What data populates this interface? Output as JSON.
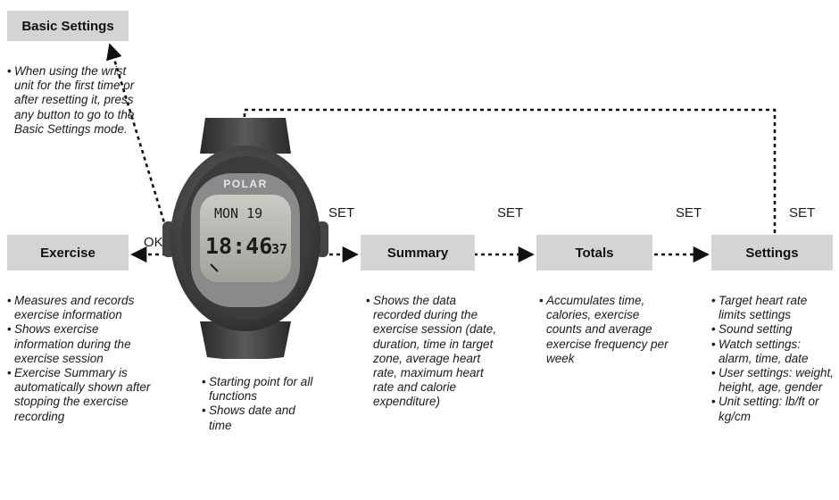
{
  "boxes": {
    "basic_settings": "Basic Settings",
    "exercise": "Exercise",
    "summary": "Summary",
    "totals": "Totals",
    "settings": "Settings"
  },
  "connector_labels": {
    "ok": "OK",
    "set_1": "SET",
    "set_2": "SET",
    "set_3": "SET",
    "set_4": "SET"
  },
  "watch": {
    "brand": "POLAR",
    "date": "MON 19",
    "time": "18:46",
    "seconds": "37"
  },
  "notes": {
    "basic_settings": [
      "When using the wrist unit for the first time or after resetting it, press any button to go to the Basic Settings mode."
    ],
    "exercise": [
      "Measures and records exercise information",
      "Shows exercise information during the exercise session",
      "Exercise Summary is automatically shown after stopping the exercise recording"
    ],
    "watch": [
      "Starting point for all functions",
      "Shows date and time"
    ],
    "summary": [
      "Shows the data recorded during the exercise session (date, duration, time in target zone, average heart rate, maximum heart rate and calorie expenditure)"
    ],
    "totals": [
      "Accumulates time, calories, exercise counts and average exercise frequency per week"
    ],
    "settings": [
      "Target heart rate limits settings",
      "Sound setting",
      "Watch settings: alarm, time, date",
      "User settings: weight, height, age, gender",
      "Unit setting: lb/ft or kg/cm"
    ]
  }
}
